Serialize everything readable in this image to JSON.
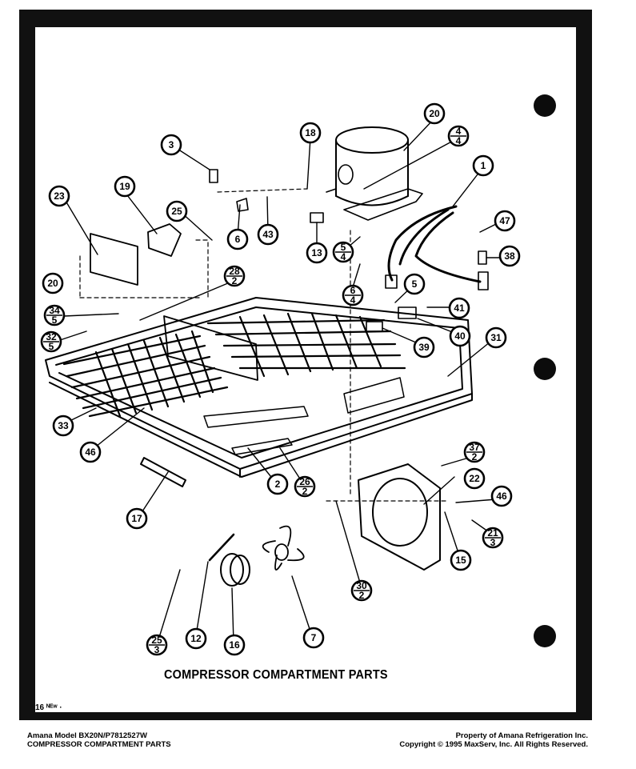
{
  "diagram": {
    "caption": "COMPRESSOR COMPARTMENT PARTS",
    "page_mark": "16 ᴺᴱʷ ·",
    "callouts": [
      {
        "id": "c3",
        "top": "3",
        "bottom": ""
      },
      {
        "id": "c18",
        "top": "18",
        "bottom": ""
      },
      {
        "id": "c20a",
        "top": "20",
        "bottom": ""
      },
      {
        "id": "c4a",
        "top": "4",
        "bottom": "4"
      },
      {
        "id": "c1",
        "top": "1",
        "bottom": ""
      },
      {
        "id": "c23",
        "top": "23",
        "bottom": ""
      },
      {
        "id": "c19",
        "top": "19",
        "bottom": ""
      },
      {
        "id": "c25a",
        "top": "25",
        "bottom": ""
      },
      {
        "id": "c6a",
        "top": "6",
        "bottom": ""
      },
      {
        "id": "c43",
        "top": "43",
        "bottom": ""
      },
      {
        "id": "c13",
        "top": "13",
        "bottom": ""
      },
      {
        "id": "c5a",
        "top": "5",
        "bottom": "4"
      },
      {
        "id": "c47",
        "top": "47",
        "bottom": ""
      },
      {
        "id": "c38",
        "top": "38",
        "bottom": ""
      },
      {
        "id": "c20b",
        "top": "20",
        "bottom": ""
      },
      {
        "id": "c28",
        "top": "28",
        "bottom": "2"
      },
      {
        "id": "c6b",
        "top": "6",
        "bottom": "4"
      },
      {
        "id": "c5b",
        "top": "5",
        "bottom": ""
      },
      {
        "id": "c41",
        "top": "41",
        "bottom": ""
      },
      {
        "id": "c34",
        "top": "34",
        "bottom": "5"
      },
      {
        "id": "c40",
        "top": "40",
        "bottom": ""
      },
      {
        "id": "c32",
        "top": "32",
        "bottom": "5"
      },
      {
        "id": "c39",
        "top": "39",
        "bottom": ""
      },
      {
        "id": "c31",
        "top": "31",
        "bottom": ""
      },
      {
        "id": "c33",
        "top": "33",
        "bottom": ""
      },
      {
        "id": "c46a",
        "top": "46",
        "bottom": ""
      },
      {
        "id": "c37",
        "top": "37",
        "bottom": "2"
      },
      {
        "id": "c22",
        "top": "22",
        "bottom": ""
      },
      {
        "id": "c2",
        "top": "2",
        "bottom": ""
      },
      {
        "id": "c26",
        "top": "26",
        "bottom": "2"
      },
      {
        "id": "c46b",
        "top": "46",
        "bottom": ""
      },
      {
        "id": "c17",
        "top": "17",
        "bottom": ""
      },
      {
        "id": "c21",
        "top": "21",
        "bottom": "3"
      },
      {
        "id": "c15",
        "top": "15",
        "bottom": ""
      },
      {
        "id": "c30",
        "top": "30",
        "bottom": "2"
      },
      {
        "id": "c25b",
        "top": "25",
        "bottom": "3"
      },
      {
        "id": "c12",
        "top": "12",
        "bottom": ""
      },
      {
        "id": "c16",
        "top": "16",
        "bottom": ""
      },
      {
        "id": "c7",
        "top": "7",
        "bottom": ""
      }
    ]
  },
  "footer": {
    "left_line1": "Amana Model BX20N/P7812527W",
    "left_line2": "COMPRESSOR COMPARTMENT PARTS",
    "right_line1": "Property of Amana Refrigeration Inc.",
    "right_line2": "Copyright © 1995 MaxServ, Inc.  All Rights Reserved."
  }
}
